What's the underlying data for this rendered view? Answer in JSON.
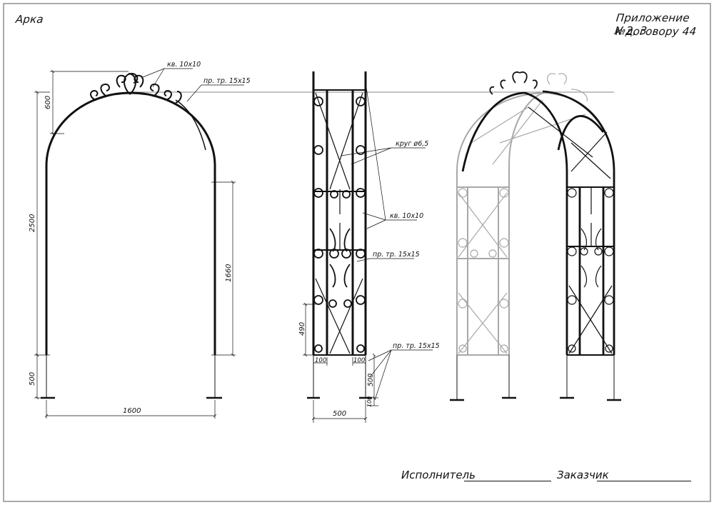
{
  "title": "Арка",
  "appendix": {
    "line1": "Приложение №2, 3",
    "line2": "к договору 44"
  },
  "labels": {
    "sq_bar_1": "кв. 10х10",
    "pipe_1": "пр. тр. 15х15",
    "round_bar": "круг ø6,5",
    "sq_bar_2": "кв. 10х10",
    "pipe_2": "пр. тр. 15х15",
    "pipe_3": "пр. тр. 15х15"
  },
  "dimensions": {
    "crown_height": "600",
    "total_height": "2500",
    "leg_inner": "1660",
    "ground_left": "500",
    "width": "1600",
    "panel_module": "490",
    "post_left": "100",
    "post_right": "100",
    "ground_mid": "500",
    "base_plate": "100",
    "depth": "500"
  },
  "signatures": {
    "executor": "Исполнитель",
    "customer": "Заказчик"
  },
  "colors": {
    "ink": "#111111",
    "ghost": "#a8a8a8",
    "frame": "#555555"
  }
}
